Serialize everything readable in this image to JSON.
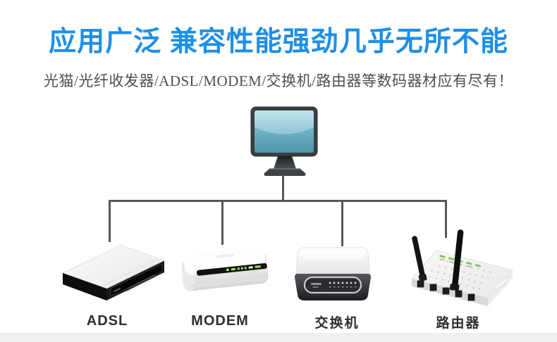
{
  "header": {
    "title": "应用广泛 兼容性能强劲几乎无所不能",
    "subtitle": "光猫/光纤收发器/ADSL/MODEM/交换机/路由器等数码器材应有尽有！"
  },
  "diagram": {
    "root_device": {
      "name": "computer",
      "icon": "computer-monitor-icon"
    },
    "devices": [
      {
        "id": "adsl",
        "label": "ADSL",
        "icon": "adsl-modem-device-icon"
      },
      {
        "id": "modem",
        "label": "MODEM",
        "icon": "modem-device-icon"
      },
      {
        "id": "switch",
        "label": "交换机",
        "icon": "network-switch-device-icon"
      },
      {
        "id": "router",
        "label": "路由器",
        "icon": "wireless-router-device-icon"
      }
    ]
  },
  "colors": {
    "title_blue": "#1e8fe6",
    "subtitle_gray": "#4f4f4f",
    "connector_line_gray": "#58585a",
    "label_dark": "#2e2e2e",
    "monitor_screen_teal": "#5ea8bd",
    "led_green": "#9fe05b",
    "bottom_strip_gray": "#f1f0f1"
  }
}
